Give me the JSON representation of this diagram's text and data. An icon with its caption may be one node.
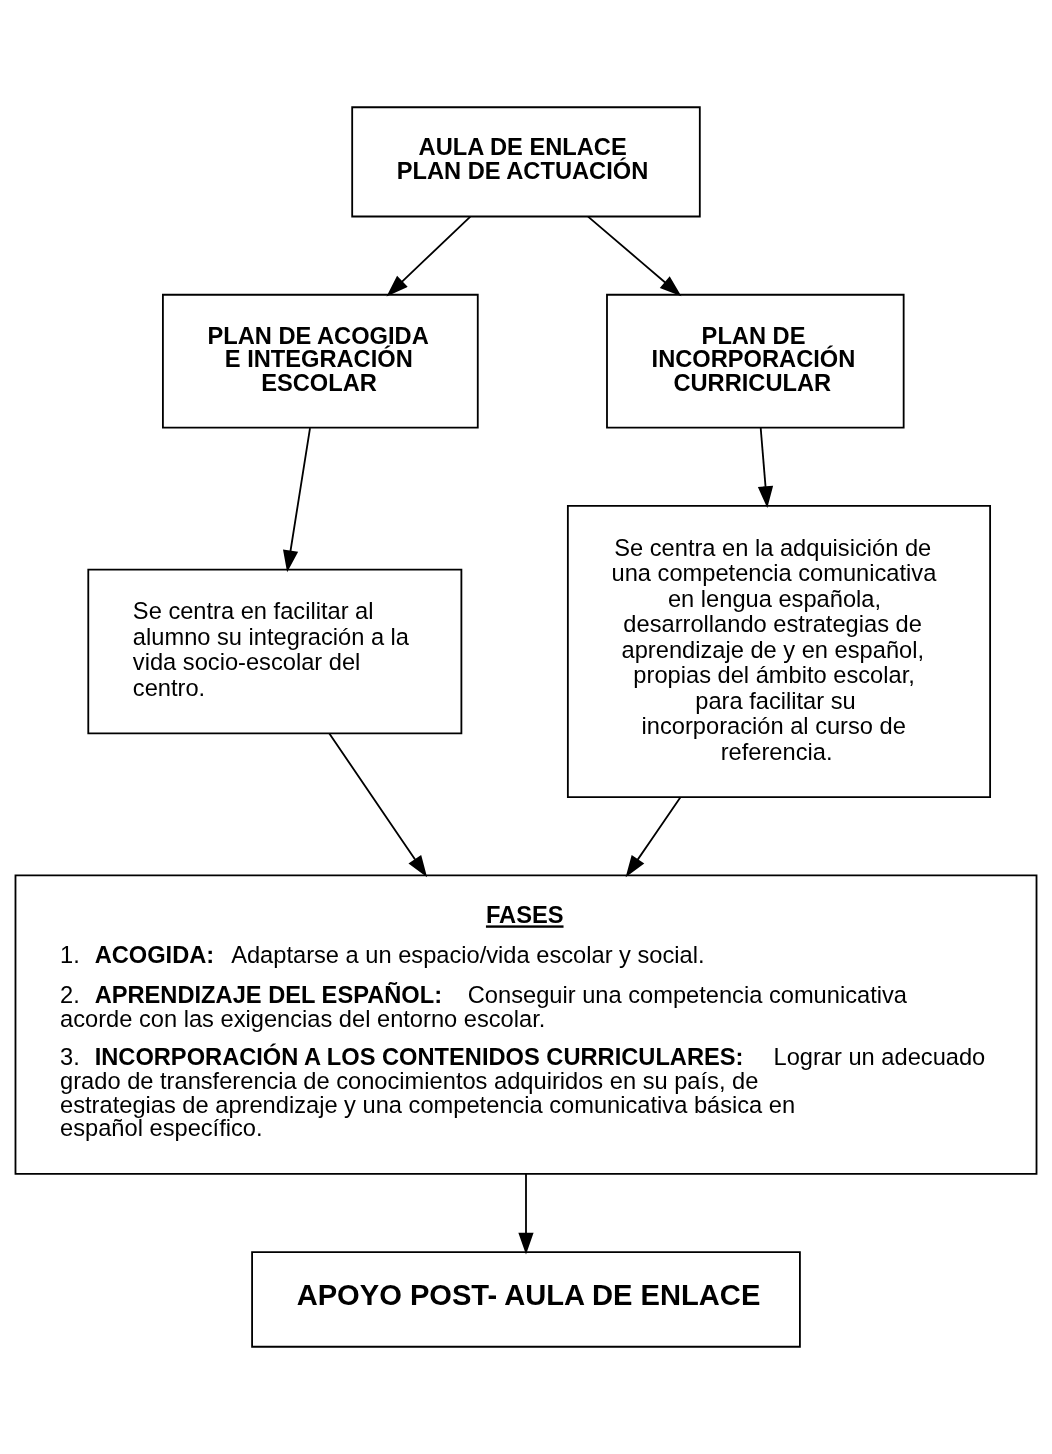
{
  "diagram": {
    "nodes": [
      {
        "text": [
          "AULA DE ENLACE PLAN DE ACTUACIÓN"
        ]
      },
      {
        "text": [
          "PLAN DE ACOGIDA E INTEGRACIÓN ESCOLAR"
        ]
      },
      {
        "text": [
          "PLAN DE INCORPORACIÓN CURRICULAR"
        ]
      },
      {
        "text": [
          "Se centra en facilitar al alumno su integración a la vida socio-escolar del centro."
        ]
      },
      {
        "text": [
          "Se centra en la adquisición de una competencia comunicativa en lengua española, desarrollando estrategias de aprendizaje de y en español, propias del ámbito escolar, para facilitar su incorporación al curso de referencia."
        ]
      },
      {
        "text": [
          "FASES",
          "1. **ACOGIDA:** Adaptarse a un espacio/vida escolar y social.",
          "2. **APRENDIZAJE DEL ESPAÑOL:** Conseguir una competencia comunicativa acorde con las exigencias del entorno escolar.",
          "3. **INCORPORACIÓN A LOS CONTENIDOS CURRICULARES:** Lograr un adecuado grado de transferencia de conocimientos adquiridos en su país, de estrategias de aprendizaje y una competencia comunicativa básica en español específico."
        ]
      },
      {
        "text": [
          "APOYO POST- AULA DE ENLACE"
        ]
      }
    ],
    "edges": [
      {
        "from": 0,
        "to": 1,
        "arrow": "to"
      },
      {
        "from": 0,
        "to": 2,
        "arrow": "to"
      },
      {
        "from": 1,
        "to": 3,
        "arrow": "to"
      },
      {
        "from": 2,
        "to": 4,
        "arrow": "to"
      },
      {
        "from": 3,
        "to": 5,
        "arrow": "to"
      },
      {
        "from": 4,
        "to": 5,
        "arrow": "to"
      },
      {
        "from": 5,
        "to": 6,
        "arrow": "to"
      }
    ]
  }
}
